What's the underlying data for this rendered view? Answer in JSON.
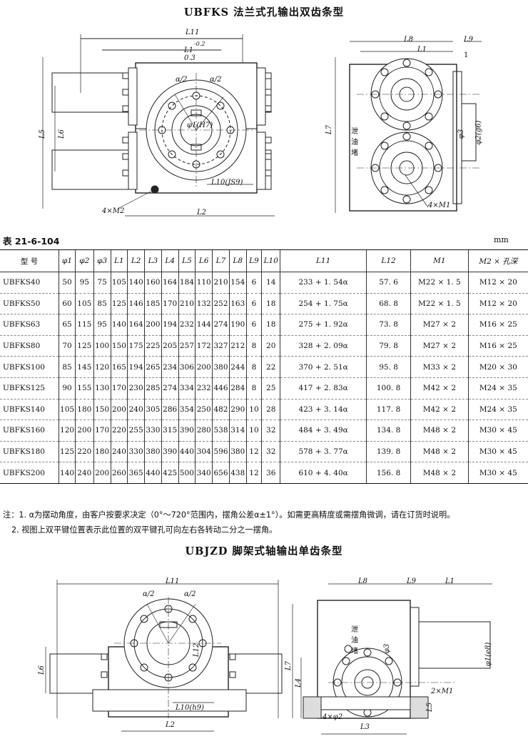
{
  "section1": {
    "title": "UBFKS 法兰式孔输出双齿条型",
    "labels": {
      "L11": "L11",
      "L1_tol": "L1-0.3",
      "L1_tol_up": "-0.2",
      "L2": "L2",
      "L5": "L5",
      "L6": "L6",
      "alpha_half_left": "α/2",
      "alpha_half_right": "α/2",
      "phi1_H7": "φ1(H7)",
      "L10_JS9": "L10(JS9)",
      "M2": "4×M2",
      "L8": "L8",
      "L9": "L9",
      "L1": "L1",
      "one": "1",
      "L7": "L7",
      "drain": "泄油堵",
      "phi3": "φ3",
      "phi2_g6": "φ2(g6)",
      "M1": "4×M1"
    }
  },
  "table": {
    "caption": "表 21-6-104",
    "unit": "mm",
    "headers": [
      "型  号",
      "φ1",
      "φ2",
      "φ3",
      "L1",
      "L2",
      "L3",
      "L4",
      "L5",
      "L6",
      "L7",
      "L8",
      "L9",
      "L10",
      "L11",
      "L12",
      "M1",
      "M2 × 孔深"
    ],
    "rows": [
      [
        "UBFKS40",
        "50",
        "95",
        "75",
        "105",
        "140",
        "160",
        "164",
        "184",
        "110",
        "210",
        "154",
        "6",
        "14",
        "233 + 1. 54α",
        "57. 6",
        "M22 × 1. 5",
        "M12 × 20"
      ],
      [
        "UBFKS50",
        "60",
        "105",
        "85",
        "125",
        "146",
        "185",
        "170",
        "210",
        "132",
        "252",
        "163",
        "6",
        "18",
        "254 + 1. 75α",
        "68. 8",
        "M22 × 1. 5",
        "M12 × 20"
      ],
      [
        "UBFKS63",
        "65",
        "115",
        "95",
        "140",
        "164",
        "200",
        "194",
        "232",
        "144",
        "274",
        "190",
        "6",
        "18",
        "275 + 1. 92α",
        "73. 8",
        "M27 × 2",
        "M16 × 25"
      ],
      [
        "UBFKS80",
        "70",
        "125",
        "100",
        "150",
        "175",
        "225",
        "205",
        "257",
        "172",
        "327",
        "212",
        "8",
        "20",
        "328 + 2. 09α",
        "79. 8",
        "M27 × 2",
        "M16 × 25"
      ],
      [
        "UBFKS100",
        "85",
        "145",
        "120",
        "165",
        "194",
        "265",
        "234",
        "306",
        "200",
        "380",
        "244",
        "8",
        "22",
        "370 + 2. 51α",
        "95. 8",
        "M33 × 2",
        "M20 × 30"
      ],
      [
        "UBFKS125",
        "90",
        "155",
        "130",
        "170",
        "230",
        "285",
        "274",
        "334",
        "232",
        "446",
        "284",
        "8",
        "25",
        "417 + 2. 83α",
        "100. 8",
        "M42 × 2",
        "M24 × 35"
      ],
      [
        "UBFKS140",
        "105",
        "180",
        "150",
        "200",
        "240",
        "305",
        "286",
        "354",
        "250",
        "482",
        "290",
        "10",
        "28",
        "423 + 3. 14α",
        "117. 8",
        "M42 × 2",
        "M24 × 35"
      ],
      [
        "UBFKS160",
        "120",
        "200",
        "170",
        "220",
        "255",
        "330",
        "315",
        "390",
        "280",
        "538",
        "314",
        "10",
        "32",
        "484 + 3. 49α",
        "134. 8",
        "M48 × 2",
        "M30 × 45"
      ],
      [
        "UBFKS180",
        "125",
        "220",
        "180",
        "240",
        "330",
        "380",
        "390",
        "440",
        "304",
        "596",
        "380",
        "12",
        "32",
        "578 + 3. 77α",
        "139. 8",
        "M48 × 2",
        "M30 × 45"
      ],
      [
        "UBFKS200",
        "140",
        "240",
        "200",
        "260",
        "365",
        "440",
        "425",
        "500",
        "340",
        "656",
        "438",
        "12",
        "36",
        "610 + 4. 40α",
        "156. 8",
        "M48 × 2",
        "M30 × 45"
      ]
    ]
  },
  "notes": [
    "注：1. α为摆动角度，由客户按要求决定（0°～720°范围内，摆角公差α±1°）。如需更高精度或需摆角微调，请在订货时说明。",
    "2. 视图上双平键位置表示此位置的双平键孔可向左右各转动二分之一摆角。"
  ],
  "section2": {
    "title": "UBJZD 脚架式轴输出单齿条型",
    "labels": {
      "L11": "L11",
      "alpha_half_left": "α/2",
      "alpha_half_right": "α/2",
      "L12": "L12",
      "L6": "L6",
      "L10_h9": "L10(h9)",
      "L2": "L2",
      "L8": "L8",
      "L9": "L9",
      "L1": "L1",
      "drain": "泄油堵",
      "phi3": "φ3",
      "phi1_e8": "φ1(e8)",
      "L7": "L7",
      "L4": "L4",
      "M1": "2×M1",
      "L5": "L5",
      "phi2": "4×φ2",
      "L3": "L3"
    }
  }
}
